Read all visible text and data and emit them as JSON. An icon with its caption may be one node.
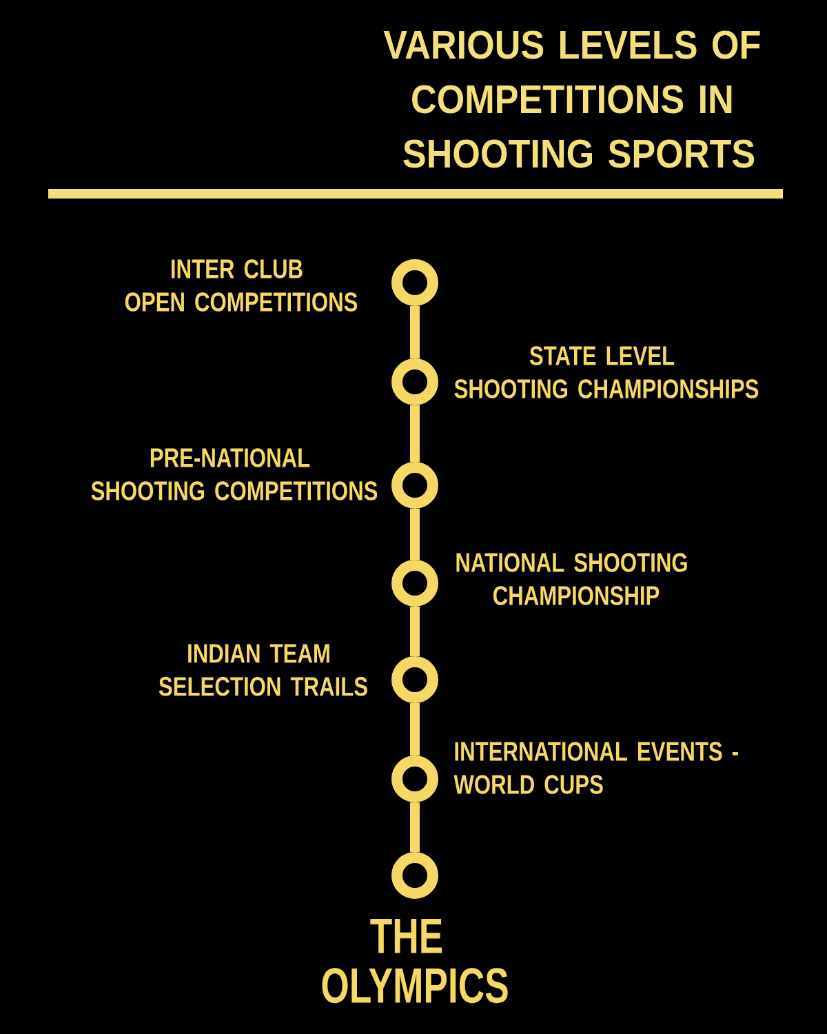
{
  "diagram": {
    "title": "VARIOUS LEVELS OF COMPETITIONS IN SHOOTING SPORTS",
    "nodes": [
      {
        "text": [],
        "shape": "circle",
        "beside": [
          "INTER CLUB OPEN COMPETITIONS"
        ]
      },
      {
        "text": [],
        "shape": "circle",
        "beside": [
          "STATE LEVEL SHOOTING CHAMPIONSHIPS"
        ]
      },
      {
        "text": [],
        "shape": "circle",
        "beside": [
          "PRE-NATIONAL SHOOTING COMPETITIONS"
        ]
      },
      {
        "text": [],
        "shape": "circle",
        "beside": [
          "NATIONAL SHOOTING CHAMPIONSHIP"
        ]
      },
      {
        "text": [],
        "shape": "circle",
        "beside": [
          "INDIAN TEAM SELECTION TRAILS"
        ]
      },
      {
        "text": [],
        "shape": "circle",
        "beside": [
          "INTERNATIONAL EVENTS - WORLD CUPS"
        ]
      },
      {
        "text": [],
        "shape": "circle",
        "beside": [
          "THE OLYMPICS"
        ]
      }
    ],
    "edges": [
      {
        "from": 0,
        "to": 1,
        "arrow": "none"
      },
      {
        "from": 1,
        "to": 2,
        "arrow": "none"
      },
      {
        "from": 2,
        "to": 3,
        "arrow": "none"
      },
      {
        "from": 3,
        "to": 4,
        "arrow": "none"
      },
      {
        "from": 4,
        "to": 5,
        "arrow": "none"
      },
      {
        "from": 5,
        "to": 6,
        "arrow": "none"
      }
    ]
  }
}
